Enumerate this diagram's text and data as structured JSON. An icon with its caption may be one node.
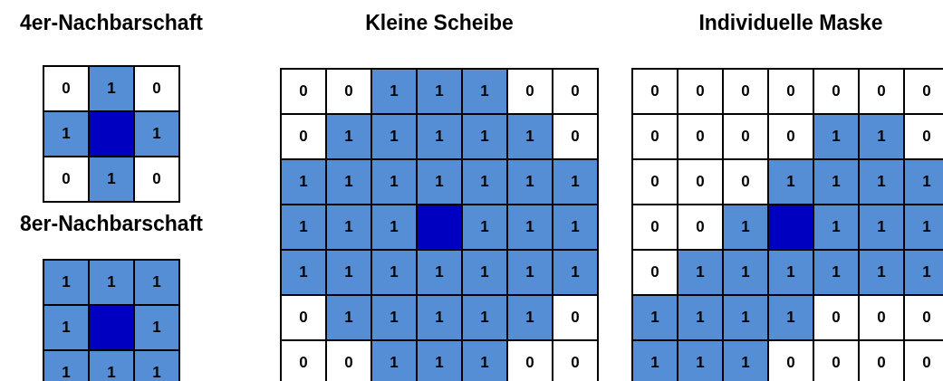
{
  "diagram": {
    "nodes": [
      {
        "text": [
          "4er-Nachbarschaft"
        ]
      },
      {
        "text": [
          "0"
        ],
        "in": 0
      },
      {
        "text": [
          "1"
        ],
        "in": 0
      },
      {
        "text": [
          "0"
        ],
        "in": 0
      },
      {
        "text": [
          "1"
        ],
        "in": 0
      },
      {
        "text": [],
        "shape": "box",
        "in": 0
      },
      {
        "text": [
          "1"
        ],
        "in": 0
      },
      {
        "text": [
          "0"
        ],
        "in": 0
      },
      {
        "text": [
          "1"
        ],
        "in": 0
      },
      {
        "text": [
          "0"
        ],
        "in": 0
      },
      {
        "text": [
          "8er-Nachbarschaft"
        ]
      },
      {
        "text": [
          "1"
        ],
        "in": 10
      },
      {
        "text": [
          "1"
        ],
        "in": 10
      },
      {
        "text": [
          "1"
        ],
        "in": 10
      },
      {
        "text": [
          "1"
        ],
        "in": 10
      },
      {
        "text": [],
        "shape": "box",
        "in": 10
      },
      {
        "text": [
          "1"
        ],
        "in": 10
      },
      {
        "text": [
          "1"
        ],
        "in": 10
      },
      {
        "text": [
          "1"
        ],
        "in": 10
      },
      {
        "text": [
          "1"
        ],
        "in": 10
      },
      {
        "text": [
          "Kleine Scheibe"
        ]
      },
      {
        "text": [
          "0"
        ],
        "in": 20
      },
      {
        "text": [
          "0"
        ],
        "in": 20
      },
      {
        "text": [
          "1"
        ],
        "in": 20
      },
      {
        "text": [
          "1"
        ],
        "in": 20
      },
      {
        "text": [
          "1"
        ],
        "in": 20
      },
      {
        "text": [
          "0"
        ],
        "in": 20
      },
      {
        "text": [
          "0"
        ],
        "in": 20
      },
      {
        "text": [
          "0"
        ],
        "in": 20
      },
      {
        "text": [
          "1"
        ],
        "in": 20
      },
      {
        "text": [
          "1"
        ],
        "in": 20
      },
      {
        "text": [
          "1"
        ],
        "in": 20
      },
      {
        "text": [
          "1"
        ],
        "in": 20
      },
      {
        "text": [
          "1"
        ],
        "in": 20
      },
      {
        "text": [
          "0"
        ],
        "in": 20
      },
      {
        "text": [
          "1"
        ],
        "in": 20
      },
      {
        "text": [
          "1"
        ],
        "in": 20
      },
      {
        "text": [
          "1"
        ],
        "in": 20
      },
      {
        "text": [
          "1"
        ],
        "in": 20
      },
      {
        "text": [
          "1"
        ],
        "in": 20
      },
      {
        "text": [
          "1"
        ],
        "in": 20
      },
      {
        "text": [
          "1"
        ],
        "in": 20
      },
      {
        "text": [
          "1"
        ],
        "in": 20
      },
      {
        "text": [
          "1"
        ],
        "in": 20
      },
      {
        "text": [
          "1"
        ],
        "in": 20
      },
      {
        "text": [],
        "shape": "box",
        "in": 20
      },
      {
        "text": [
          "1"
        ],
        "in": 20
      },
      {
        "text": [
          "1"
        ],
        "in": 20
      },
      {
        "text": [
          "1"
        ],
        "in": 20
      },
      {
        "text": [
          "1"
        ],
        "in": 20
      },
      {
        "text": [
          "1"
        ],
        "in": 20
      },
      {
        "text": [
          "1"
        ],
        "in": 20
      },
      {
        "text": [
          "1"
        ],
        "in": 20
      },
      {
        "text": [
          "1"
        ],
        "in": 20
      },
      {
        "text": [
          "1"
        ],
        "in": 20
      },
      {
        "text": [
          "1"
        ],
        "in": 20
      },
      {
        "text": [
          "0"
        ],
        "in": 20
      },
      {
        "text": [
          "1"
        ],
        "in": 20
      },
      {
        "text": [
          "1"
        ],
        "in": 20
      },
      {
        "text": [
          "1"
        ],
        "in": 20
      },
      {
        "text": [
          "1"
        ],
        "in": 20
      },
      {
        "text": [
          "1"
        ],
        "in": 20
      },
      {
        "text": [
          "0"
        ],
        "in": 20
      },
      {
        "text": [
          "0"
        ],
        "in": 20
      },
      {
        "text": [
          "0"
        ],
        "in": 20
      },
      {
        "text": [
          "1"
        ],
        "in": 20
      },
      {
        "text": [
          "1"
        ],
        "in": 20
      },
      {
        "text": [
          "1"
        ],
        "in": 20
      },
      {
        "text": [
          "0"
        ],
        "in": 20
      },
      {
        "text": [
          "0"
        ],
        "in": 20
      },
      {
        "text": [
          "Individuelle Maske"
        ]
      },
      {
        "text": [
          "0"
        ],
        "in": 70
      },
      {
        "text": [
          "0"
        ],
        "in": 70
      },
      {
        "text": [
          "0"
        ],
        "in": 70
      },
      {
        "text": [
          "0"
        ],
        "in": 70
      },
      {
        "text": [
          "0"
        ],
        "in": 70
      },
      {
        "text": [
          "0"
        ],
        "in": 70
      },
      {
        "text": [
          "0"
        ],
        "in": 70
      },
      {
        "text": [
          "0"
        ],
        "in": 70
      },
      {
        "text": [
          "0"
        ],
        "in": 70
      },
      {
        "text": [
          "0"
        ],
        "in": 70
      },
      {
        "text": [
          "0"
        ],
        "in": 70
      },
      {
        "text": [
          "1"
        ],
        "in": 70
      },
      {
        "text": [
          "1"
        ],
        "in": 70
      },
      {
        "text": [
          "0"
        ],
        "in": 70
      },
      {
        "text": [
          "0"
        ],
        "in": 70
      },
      {
        "text": [
          "0"
        ],
        "in": 70
      },
      {
        "text": [
          "0"
        ],
        "in": 70
      },
      {
        "text": [
          "1"
        ],
        "in": 70
      },
      {
        "text": [
          "1"
        ],
        "in": 70
      },
      {
        "text": [
          "1"
        ],
        "in": 70
      },
      {
        "text": [
          "1"
        ],
        "in": 70
      },
      {
        "text": [
          "0"
        ],
        "in": 70
      },
      {
        "text": [
          "0"
        ],
        "in": 70
      },
      {
        "text": [
          "1"
        ],
        "in": 70
      },
      {
        "text": [],
        "shape": "box",
        "in": 70
      },
      {
        "text": [
          "1"
        ],
        "in": 70
      },
      {
        "text": [
          "1"
        ],
        "in": 70
      },
      {
        "text": [
          "1"
        ],
        "in": 70
      },
      {
        "text": [
          "0"
        ],
        "in": 70
      },
      {
        "text": [
          "1"
        ],
        "in": 70
      },
      {
        "text": [
          "1"
        ],
        "in": 70
      },
      {
        "text": [
          "1"
        ],
        "in": 70
      },
      {
        "text": [
          "1"
        ],
        "in": 70
      },
      {
        "text": [
          "1"
        ],
        "in": 70
      },
      {
        "text": [
          "1"
        ],
        "in": 70
      },
      {
        "text": [
          "1"
        ],
        "in": 70
      },
      {
        "text": [
          "1"
        ],
        "in": 70
      },
      {
        "text": [
          "1"
        ],
        "in": 70
      },
      {
        "text": [
          "1"
        ],
        "in": 70
      },
      {
        "text": [
          "0"
        ],
        "in": 70
      },
      {
        "text": [
          "0"
        ],
        "in": 70
      },
      {
        "text": [
          "0"
        ],
        "in": 70
      },
      {
        "text": [
          "1"
        ],
        "in": 70
      },
      {
        "text": [
          "1"
        ],
        "in": 70
      },
      {
        "text": [
          "1"
        ],
        "in": 70
      },
      {
        "text": [
          "0"
        ],
        "in": 70
      },
      {
        "text": [
          "0"
        ],
        "in": 70
      },
      {
        "text": [
          "0"
        ],
        "in": 70
      },
      {
        "text": [
          "0"
        ],
        "in": 70
      }
    ]
  }
}
